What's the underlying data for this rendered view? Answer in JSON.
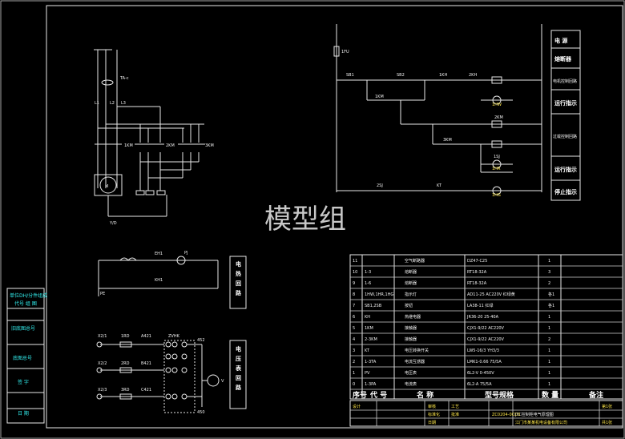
{
  "watermark": "模型组",
  "colors": {
    "background": "#000000",
    "line": "#e8e8e8",
    "label_cyan": "#33f0f0",
    "label_yellow": "#ffe84a",
    "red": "#ff3030"
  },
  "left_strip": [
    "单位DH/分件组成",
    "代号 组 图",
    "旧底图总号",
    "底图总号",
    "签 字",
    "日 期"
  ],
  "power_circuit": {
    "labels": [
      "TA-c",
      "L1",
      "L2",
      "L3",
      "1KM",
      "2KM",
      "3KM",
      "M",
      "Y/D"
    ]
  },
  "heater_circuit": {
    "labels": [
      "EH1",
      "PJ",
      "KH1",
      "PE"
    ],
    "side_label": "电热回路"
  },
  "meter_circuit": {
    "rows": [
      {
        "src": "X2/1",
        "fuse": "1RD",
        "wire": "A421"
      },
      {
        "src": "X2/2",
        "fuse": "2RD",
        "wire": "B421"
      },
      {
        "src": "X2/3",
        "fuse": "3RD",
        "wire": "C421"
      }
    ],
    "labels": [
      "ZVHK",
      "452",
      "V",
      "450"
    ],
    "side_label": "电压表回路"
  },
  "control_circuit": {
    "labels": [
      "1FU",
      "SB1",
      "SB2",
      "1KH",
      "2KH",
      "1KM",
      "2KM",
      "3KM",
      "1SJ",
      "2SJ",
      "KT",
      "1HW",
      "1HR",
      "1HG"
    ]
  },
  "right_panel": [
    "电 源",
    "熔断器",
    "电机控制回路",
    "运行指示",
    "过载控制回路",
    "运行指示",
    "停止指示"
  ],
  "parts_table": {
    "rows": [
      {
        "no": "11",
        "code": "",
        "name": "空气断路器",
        "spec": "DZ47-C25",
        "qty": "1"
      },
      {
        "no": "10",
        "code": "1-3",
        "name": "熔断器",
        "spec": "RT18-32A",
        "qty": "3"
      },
      {
        "no": "9",
        "code": "1-6",
        "name": "熔断器",
        "spec": "RT18-32A",
        "qty": "2"
      },
      {
        "no": "8",
        "code": "1HW,1HR,1HG",
        "name": "指示灯",
        "spec": "AD11-25 AC220V 红绿黄",
        "qty": "各1"
      },
      {
        "no": "7",
        "code": "SB1,2SB",
        "name": "按钮",
        "spec": "LA38-11 红绿",
        "qty": "各1"
      },
      {
        "no": "6",
        "code": "KH",
        "name": "热继电器",
        "spec": "JR36-20 25-40A",
        "qty": "1"
      },
      {
        "no": "5",
        "code": "1KM",
        "name": "接触器",
        "spec": "CJX1-9/22 AC220V",
        "qty": "1"
      },
      {
        "no": "4",
        "code": "2-3KM",
        "name": "接触器",
        "spec": "CJX1-9/22 AC220V",
        "qty": "2"
      },
      {
        "no": "3",
        "code": "KT",
        "name": "电压转换开关",
        "spec": "LW5-16/3 YH3/3",
        "qty": "1"
      },
      {
        "no": "2",
        "code": "1-3TA",
        "name": "电流互感器",
        "spec": "LMK1-0.66 75/5A",
        "qty": "1"
      },
      {
        "no": "1",
        "code": "PV",
        "name": "电压表",
        "spec": "6L2-V 0-450V",
        "qty": "1"
      },
      {
        "no": "0",
        "code": "1-3PA",
        "name": "电流表",
        "spec": "6L2-A 75/5A",
        "qty": "1"
      }
    ],
    "header": [
      "序号",
      "代 号",
      "名 称",
      "型号规格",
      "数 量",
      "备注"
    ]
  },
  "title_block": {
    "drawing_no": "ZC0204-0CD3",
    "drawing_title": "JTC控制柜电气原理图",
    "company": "江门市某某机电设备有限公司",
    "sheet_label": "第1张",
    "total_label": "共1张",
    "cells": [
      "设计",
      "审核",
      "工艺",
      "标准化",
      "批准",
      "日期"
    ]
  }
}
